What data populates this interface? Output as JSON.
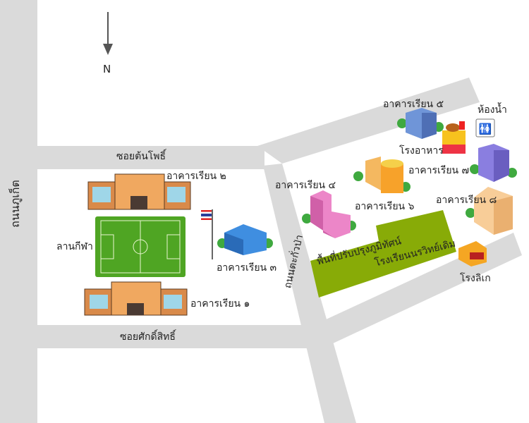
{
  "compass": {
    "label": "N"
  },
  "roads": {
    "left": "ถนนภูเก็ต",
    "top": "ซอยต้นโพธิ์",
    "bottom": "ซอยศักดิ์สิทธิ์",
    "slanted": "ถนนตะกั่วป่า"
  },
  "places": {
    "building1": "อาคารเรียน ๑",
    "building2": "อาคารเรียน ๒",
    "building3": "อาคารเรียน ๓",
    "building4": "อาคารเรียน ๔",
    "building5": "อาคารเรียน ๕",
    "building6": "อาคารเรียน ๖",
    "building7": "อาคารเรียน ๗",
    "building8": "อาคารเรียน ๘",
    "field": "ลานกีฬา",
    "canteen": "โรงอาหาร",
    "restroom": "ห้องน้ำ",
    "theater": "โรงลิเก"
  },
  "landscape": {
    "line1": "พื้นที่ปรับปรุงภูมิทัศน์",
    "line2": "โรงเรียนนรวิทย์เดิม"
  },
  "colors": {
    "road": "#dadada",
    "landscape": "#88ab07",
    "field": "#4fa523"
  }
}
